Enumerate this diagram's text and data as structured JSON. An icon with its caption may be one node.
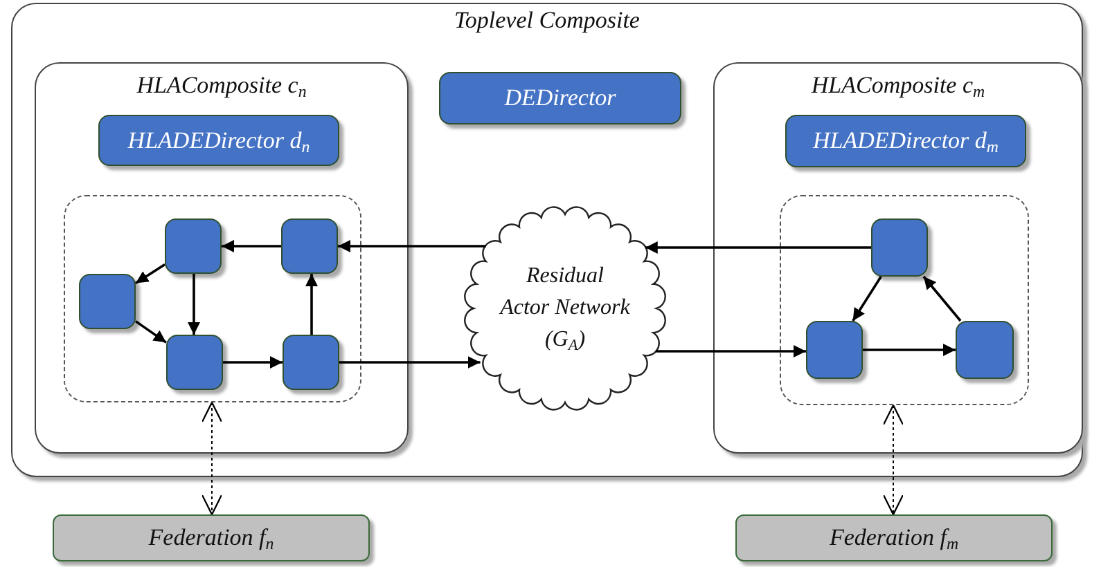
{
  "diagram": {
    "nodes": [
      {
        "text": [
          "Toplevel Composite"
        ]
      },
      {
        "text": [
          "HLAComposite c$_{n}$"
        ],
        "in": 0
      },
      {
        "text": [
          "HLADEDirector d$_{n}$"
        ],
        "in": 1
      },
      {
        "text": [],
        "shape": "box",
        "in": 1
      },
      {
        "text": [],
        "shape": "box",
        "in": 3
      },
      {
        "text": [],
        "shape": "box",
        "in": 3
      },
      {
        "text": [],
        "shape": "box",
        "in": 3
      },
      {
        "text": [],
        "shape": "box",
        "in": 3
      },
      {
        "text": [],
        "shape": "box",
        "in": 3
      },
      {
        "text": [
          "DEDirector"
        ],
        "in": 0
      },
      {
        "text": [
          "Residual Actor Network (G$_{A}$)"
        ],
        "in": 0
      },
      {
        "text": [
          "HLAComposite c$_{m}$"
        ],
        "in": 0
      },
      {
        "text": [
          "HLADEDirector d$_{m}$"
        ],
        "in": 11
      },
      {
        "text": [],
        "shape": "box",
        "in": 11
      },
      {
        "text": [],
        "shape": "box",
        "in": 13
      },
      {
        "text": [],
        "shape": "box",
        "in": 13
      },
      {
        "text": [],
        "shape": "box",
        "in": 13
      },
      {
        "text": [
          "Federation f$_{n}$"
        ]
      },
      {
        "text": [
          "Federation f$_{m}$"
        ]
      }
    ],
    "edges": [
      {
        "from": 5,
        "to": 4,
        "arrow": "to"
      },
      {
        "from": 4,
        "to": 6,
        "arrow": "to"
      },
      {
        "from": 4,
        "to": 7,
        "arrow": "to"
      },
      {
        "from": 6,
        "to": 7,
        "arrow": "to"
      },
      {
        "from": 7,
        "to": 8,
        "arrow": "to"
      },
      {
        "from": 8,
        "to": 5,
        "arrow": "to"
      },
      {
        "from": 10,
        "to": 5,
        "arrow": "to"
      },
      {
        "from": 8,
        "to": 10,
        "arrow": "to"
      },
      {
        "from": 14,
        "to": 10,
        "arrow": "to"
      },
      {
        "from": 10,
        "to": 15,
        "arrow": "to"
      },
      {
        "from": 14,
        "to": 15,
        "arrow": "to"
      },
      {
        "from": 16,
        "to": 14,
        "arrow": "to"
      },
      {
        "from": 15,
        "to": 16,
        "arrow": "to"
      },
      {
        "from": 3,
        "to": 17,
        "arrow": "both",
        "style": "dashed"
      },
      {
        "from": 13,
        "to": 18,
        "arrow": "both",
        "style": "dashed"
      }
    ]
  }
}
